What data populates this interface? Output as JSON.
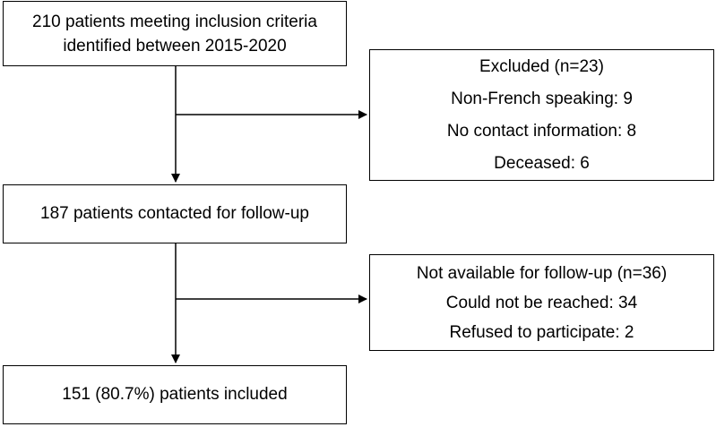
{
  "flowchart": {
    "start": {
      "lines": [
        "210 patients meeting inclusion criteria",
        "identified between 2015-2020"
      ]
    },
    "excluded": {
      "title": "Excluded (n=23)",
      "items": [
        "Non-French speaking: 9",
        "No contact information: 8",
        "Deceased: 6"
      ]
    },
    "contacted": {
      "text": "187 patients contacted for follow-up"
    },
    "unavailable": {
      "title": "Not available for follow-up (n=36)",
      "items": [
        "Could not be reached: 34",
        "Refused to participate: 2"
      ]
    },
    "included": {
      "text": "151 (80.7%) patients included"
    }
  },
  "colors": {
    "stroke": "#000000",
    "background": "#ffffff"
  }
}
